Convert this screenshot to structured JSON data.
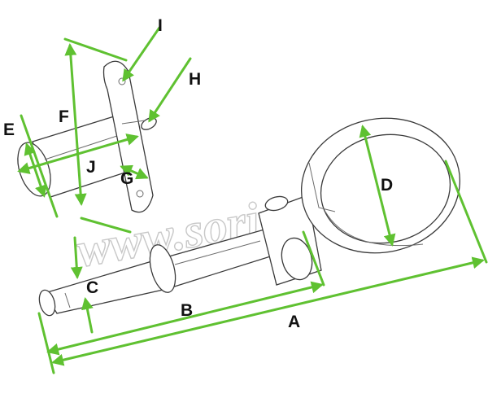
{
  "watermark": "www.sorina.pl",
  "colors": {
    "dimension_line": "#5fc131",
    "drawing_line": "#3a3a3a",
    "label": "#111111",
    "background": "#ffffff"
  },
  "labels": {
    "A": "A",
    "B": "B",
    "C": "C",
    "D": "D",
    "E": "E",
    "F": "F",
    "G": "G",
    "H": "H",
    "I": "I",
    "J": "J"
  }
}
